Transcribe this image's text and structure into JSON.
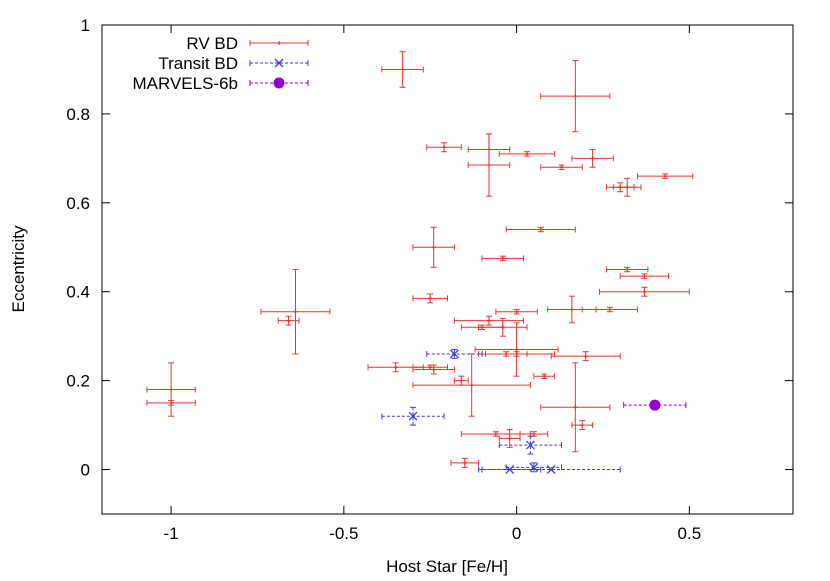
{
  "chart_data": {
    "type": "scatter",
    "xlabel": "Host Star [Fe/H]",
    "ylabel": "Eccentricity",
    "xlim": [
      -1.2,
      0.8
    ],
    "ylim": [
      -0.1,
      1.0
    ],
    "x_ticks": [
      -1,
      -0.5,
      0,
      0.5
    ],
    "y_ticks": [
      0,
      0.2,
      0.4,
      0.6,
      0.8,
      1
    ],
    "x_tick_labels": [
      "-1",
      "-0.5",
      "0",
      "0.5"
    ],
    "y_tick_labels": [
      "0",
      "0.2",
      "0.4",
      "0.6",
      "0.8",
      "1"
    ],
    "grid": false,
    "legend_position": "top-left",
    "colors": {
      "rv": "#e8352f",
      "transit": "#3a3ae0",
      "marvels": "#9400d3"
    },
    "series": [
      {
        "name": "RV BD",
        "style": "errorbar-plus",
        "points": [
          {
            "x": -0.33,
            "y": 0.9,
            "xerr": 0.06,
            "yerr": 0.04
          },
          {
            "x": 0.17,
            "y": 0.84,
            "xerr": 0.1,
            "yerr": 0.08
          },
          {
            "x": -0.21,
            "y": 0.725,
            "xerr": 0.05,
            "yerr": 0.01
          },
          {
            "x": -0.08,
            "y": 0.72,
            "xerr": 0.06,
            "yerr": 0.035
          },
          {
            "x": -0.08,
            "y": 0.685,
            "xerr": 0.06,
            "yerr": 0.07
          },
          {
            "x": 0.03,
            "y": 0.71,
            "xerr": 0.08,
            "yerr": 0.005
          },
          {
            "x": 0.22,
            "y": 0.7,
            "xerr": 0.06,
            "yerr": 0.02
          },
          {
            "x": 0.13,
            "y": 0.68,
            "xerr": 0.06,
            "yerr": 0.005
          },
          {
            "x": 0.3,
            "y": 0.635,
            "xerr": 0.04,
            "yerr": 0.01
          },
          {
            "x": 0.32,
            "y": 0.635,
            "xerr": 0.04,
            "yerr": 0.02
          },
          {
            "x": 0.43,
            "y": 0.66,
            "xerr": 0.08,
            "yerr": 0.005
          },
          {
            "x": 0.07,
            "y": 0.54,
            "xerr": 0.1,
            "yerr": 0.005
          },
          {
            "x": -0.24,
            "y": 0.5,
            "xerr": 0.06,
            "yerr": 0.045
          },
          {
            "x": -0.04,
            "y": 0.475,
            "xerr": 0.06,
            "yerr": 0.005
          },
          {
            "x": 0.32,
            "y": 0.45,
            "xerr": 0.06,
            "yerr": 0.005
          },
          {
            "x": 0.37,
            "y": 0.435,
            "xerr": 0.07,
            "yerr": 0.005
          },
          {
            "x": -0.64,
            "y": 0.355,
            "xerr": 0.1,
            "yerr": 0.095
          },
          {
            "x": -0.25,
            "y": 0.385,
            "xerr": 0.05,
            "yerr": 0.01
          },
          {
            "x": 0.37,
            "y": 0.4,
            "xerr": 0.13,
            "yerr": 0.01
          },
          {
            "x": -0.66,
            "y": 0.335,
            "xerr": 0.03,
            "yerr": 0.01
          },
          {
            "x": 0.0,
            "y": 0.355,
            "xerr": 0.06,
            "yerr": 0.005
          },
          {
            "x": 0.16,
            "y": 0.36,
            "xerr": 0.07,
            "yerr": 0.03
          },
          {
            "x": 0.27,
            "y": 0.36,
            "xerr": 0.08,
            "yerr": 0.005
          },
          {
            "x": -0.08,
            "y": 0.335,
            "xerr": 0.1,
            "yerr": 0.01
          },
          {
            "x": -0.1,
            "y": 0.32,
            "xerr": 0.06,
            "yerr": 0.005
          },
          {
            "x": -0.04,
            "y": 0.32,
            "xerr": 0.07,
            "yerr": 0.02
          },
          {
            "x": 0.0,
            "y": 0.27,
            "xerr": 0.12,
            "yerr": 0.06
          },
          {
            "x": 0.0,
            "y": 0.26,
            "xerr": 0.11,
            "yerr": 0.005
          },
          {
            "x": -0.03,
            "y": 0.26,
            "xerr": 0.06,
            "yerr": 0.005
          },
          {
            "x": -0.35,
            "y": 0.23,
            "xerr": 0.08,
            "yerr": 0.01
          },
          {
            "x": -0.25,
            "y": 0.23,
            "xerr": 0.05,
            "yerr": 0.005
          },
          {
            "x": -0.24,
            "y": 0.225,
            "xerr": 0.06,
            "yerr": 0.01
          },
          {
            "x": -0.16,
            "y": 0.2,
            "xerr": 0.02,
            "yerr": 0.01
          },
          {
            "x": -0.13,
            "y": 0.19,
            "xerr": 0.17,
            "yerr": 0.07
          },
          {
            "x": 0.2,
            "y": 0.255,
            "xerr": 0.1,
            "yerr": 0.01
          },
          {
            "x": 0.08,
            "y": 0.21,
            "xerr": 0.03,
            "yerr": 0.005
          },
          {
            "x": -1.0,
            "y": 0.18,
            "xerr": 0.07,
            "yerr": 0.06
          },
          {
            "x": -1.0,
            "y": 0.15,
            "xerr": 0.07,
            "yerr": 0.005
          },
          {
            "x": 0.17,
            "y": 0.14,
            "xerr": 0.1,
            "yerr": 0.1
          },
          {
            "x": 0.19,
            "y": 0.1,
            "xerr": 0.03,
            "yerr": 0.01
          },
          {
            "x": -0.06,
            "y": 0.08,
            "xerr": 0.1,
            "yerr": 0.005
          },
          {
            "x": -0.02,
            "y": 0.07,
            "xerr": 0.03,
            "yerr": 0.02
          },
          {
            "x": 0.05,
            "y": 0.08,
            "xerr": 0.04,
            "yerr": 0.005
          },
          {
            "x": -0.15,
            "y": 0.015,
            "xerr": 0.04,
            "yerr": 0.01
          }
        ]
      },
      {
        "name": "Transit BD",
        "style": "errorbar-x",
        "points": [
          {
            "x": -0.18,
            "y": 0.26,
            "xerr": 0.08,
            "yerr": 0.01
          },
          {
            "x": -0.3,
            "y": 0.12,
            "xerr": 0.09,
            "yerr": 0.02
          },
          {
            "x": 0.04,
            "y": 0.055,
            "xerr": 0.09,
            "yerr": 0.02
          },
          {
            "x": -0.02,
            "y": 0.0,
            "xerr": 0.09,
            "yerr": 0.0
          },
          {
            "x": 0.05,
            "y": 0.005,
            "xerr": 0.08,
            "yerr": 0.01
          },
          {
            "x": 0.1,
            "y": 0.0,
            "xerr": 0.2,
            "yerr": 0.0
          }
        ]
      },
      {
        "name": "MARVELS-6b",
        "style": "errorbar-dot",
        "points": [
          {
            "x": 0.4,
            "y": 0.145,
            "xerr": 0.09,
            "yerr": 0.005
          }
        ]
      }
    ]
  }
}
